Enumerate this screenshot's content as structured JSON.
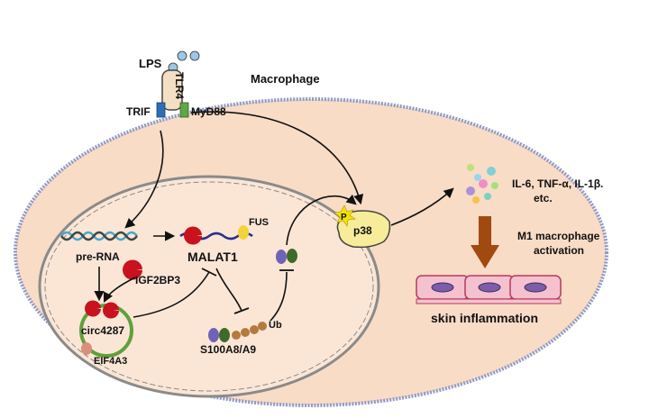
{
  "labels": {
    "lps": "LPS",
    "tlr4": "TLR4",
    "trif": "TRIF",
    "myd88": "MyD88",
    "macrophage": "Macrophage",
    "pre_rna": "pre-RNA",
    "malat1": "MALAT1",
    "fus": "FUS",
    "igf2bp3": "IGF2BP3",
    "circ4287": "circ4287",
    "eif4a3": "EIF4A3",
    "s100a8a9": "S100A8/A9",
    "ub": "Ub",
    "p38": "p38",
    "p": "P",
    "cytokines": "IL-6, TNF-α, IL-1β.",
    "etc": "etc.",
    "m1_line1": "M1 macrophage",
    "m1_line2": "activation",
    "skin": "skin inflammation"
  },
  "colors": {
    "cell_fill": "#f9dcc6",
    "cell_border": "#8e99c9",
    "nucleus_fill": "#fbe6d6",
    "nucleus_border": "#8a8a8a",
    "red_protein": "#c8121e",
    "yellow_protein": "#f2d43a",
    "purple_protein": "#6f63b8",
    "green_protein": "#3f6b2a",
    "ub_bead": "#b57a3e",
    "circ_ring": "#5fa03c",
    "eif4a3": "#d98f7a",
    "p38_fill": "#f6ec9a",
    "phospho": "#f3e400",
    "arrow_brown": "#a04a10",
    "skin_cell": "#f6c1cf",
    "skin_nucleus": "#7b5ea7",
    "trif_box": "#2f6eb5",
    "myd88_box": "#5fa845",
    "lps_dot": "#9ac8e6"
  }
}
